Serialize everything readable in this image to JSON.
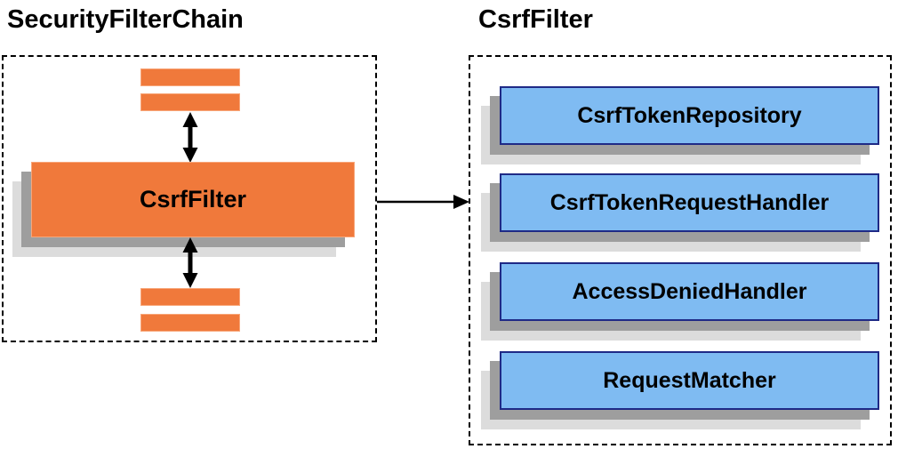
{
  "diagram": {
    "left_panel": {
      "title": "SecurityFilterChain",
      "filter_box_label": "CsrfFilter"
    },
    "right_panel": {
      "title": "CsrfFilter",
      "components": [
        "CsrfTokenRepository",
        "CsrfTokenRequestHandler",
        "AccessDeniedHandler",
        "RequestMatcher"
      ]
    },
    "colors": {
      "orange_fill": "#F0793B",
      "orange_border": "#F8A679",
      "blue_fill": "#7FBBF2",
      "blue_border": "#1F2A86",
      "shadow_mid": "#9E9E9E",
      "shadow_light": "#DCDCDC",
      "arrow": "#000000",
      "dashed_border": "#000000",
      "text": "#000000"
    }
  }
}
